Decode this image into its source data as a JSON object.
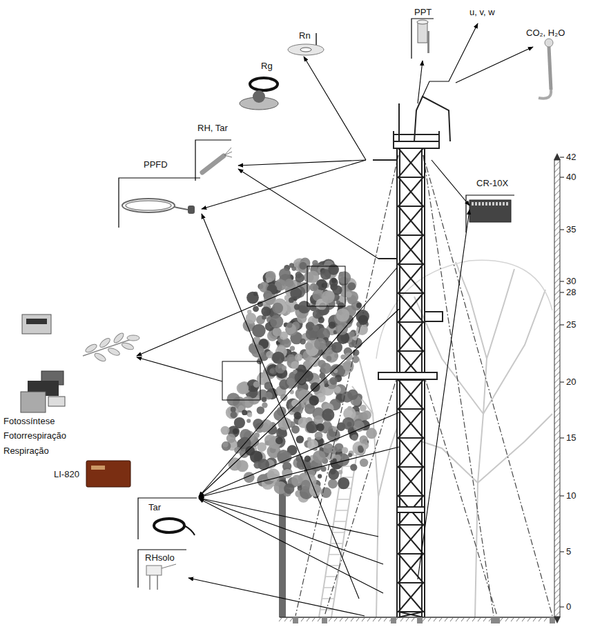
{
  "diagram": {
    "labels": [
      "PPT",
      "u, v, w",
      "CO₂, H₂O",
      "Rn",
      "Rg",
      "RH, Tar",
      "PPFD",
      "42",
      "40",
      "CR-10X",
      "35",
      "30",
      "28",
      "25",
      "20",
      "Fotossíntese",
      "Fotorrespiração",
      "Respiração",
      "15",
      "LI-820",
      "10",
      "Tar",
      "5",
      "RHsolo",
      "0"
    ]
  }
}
